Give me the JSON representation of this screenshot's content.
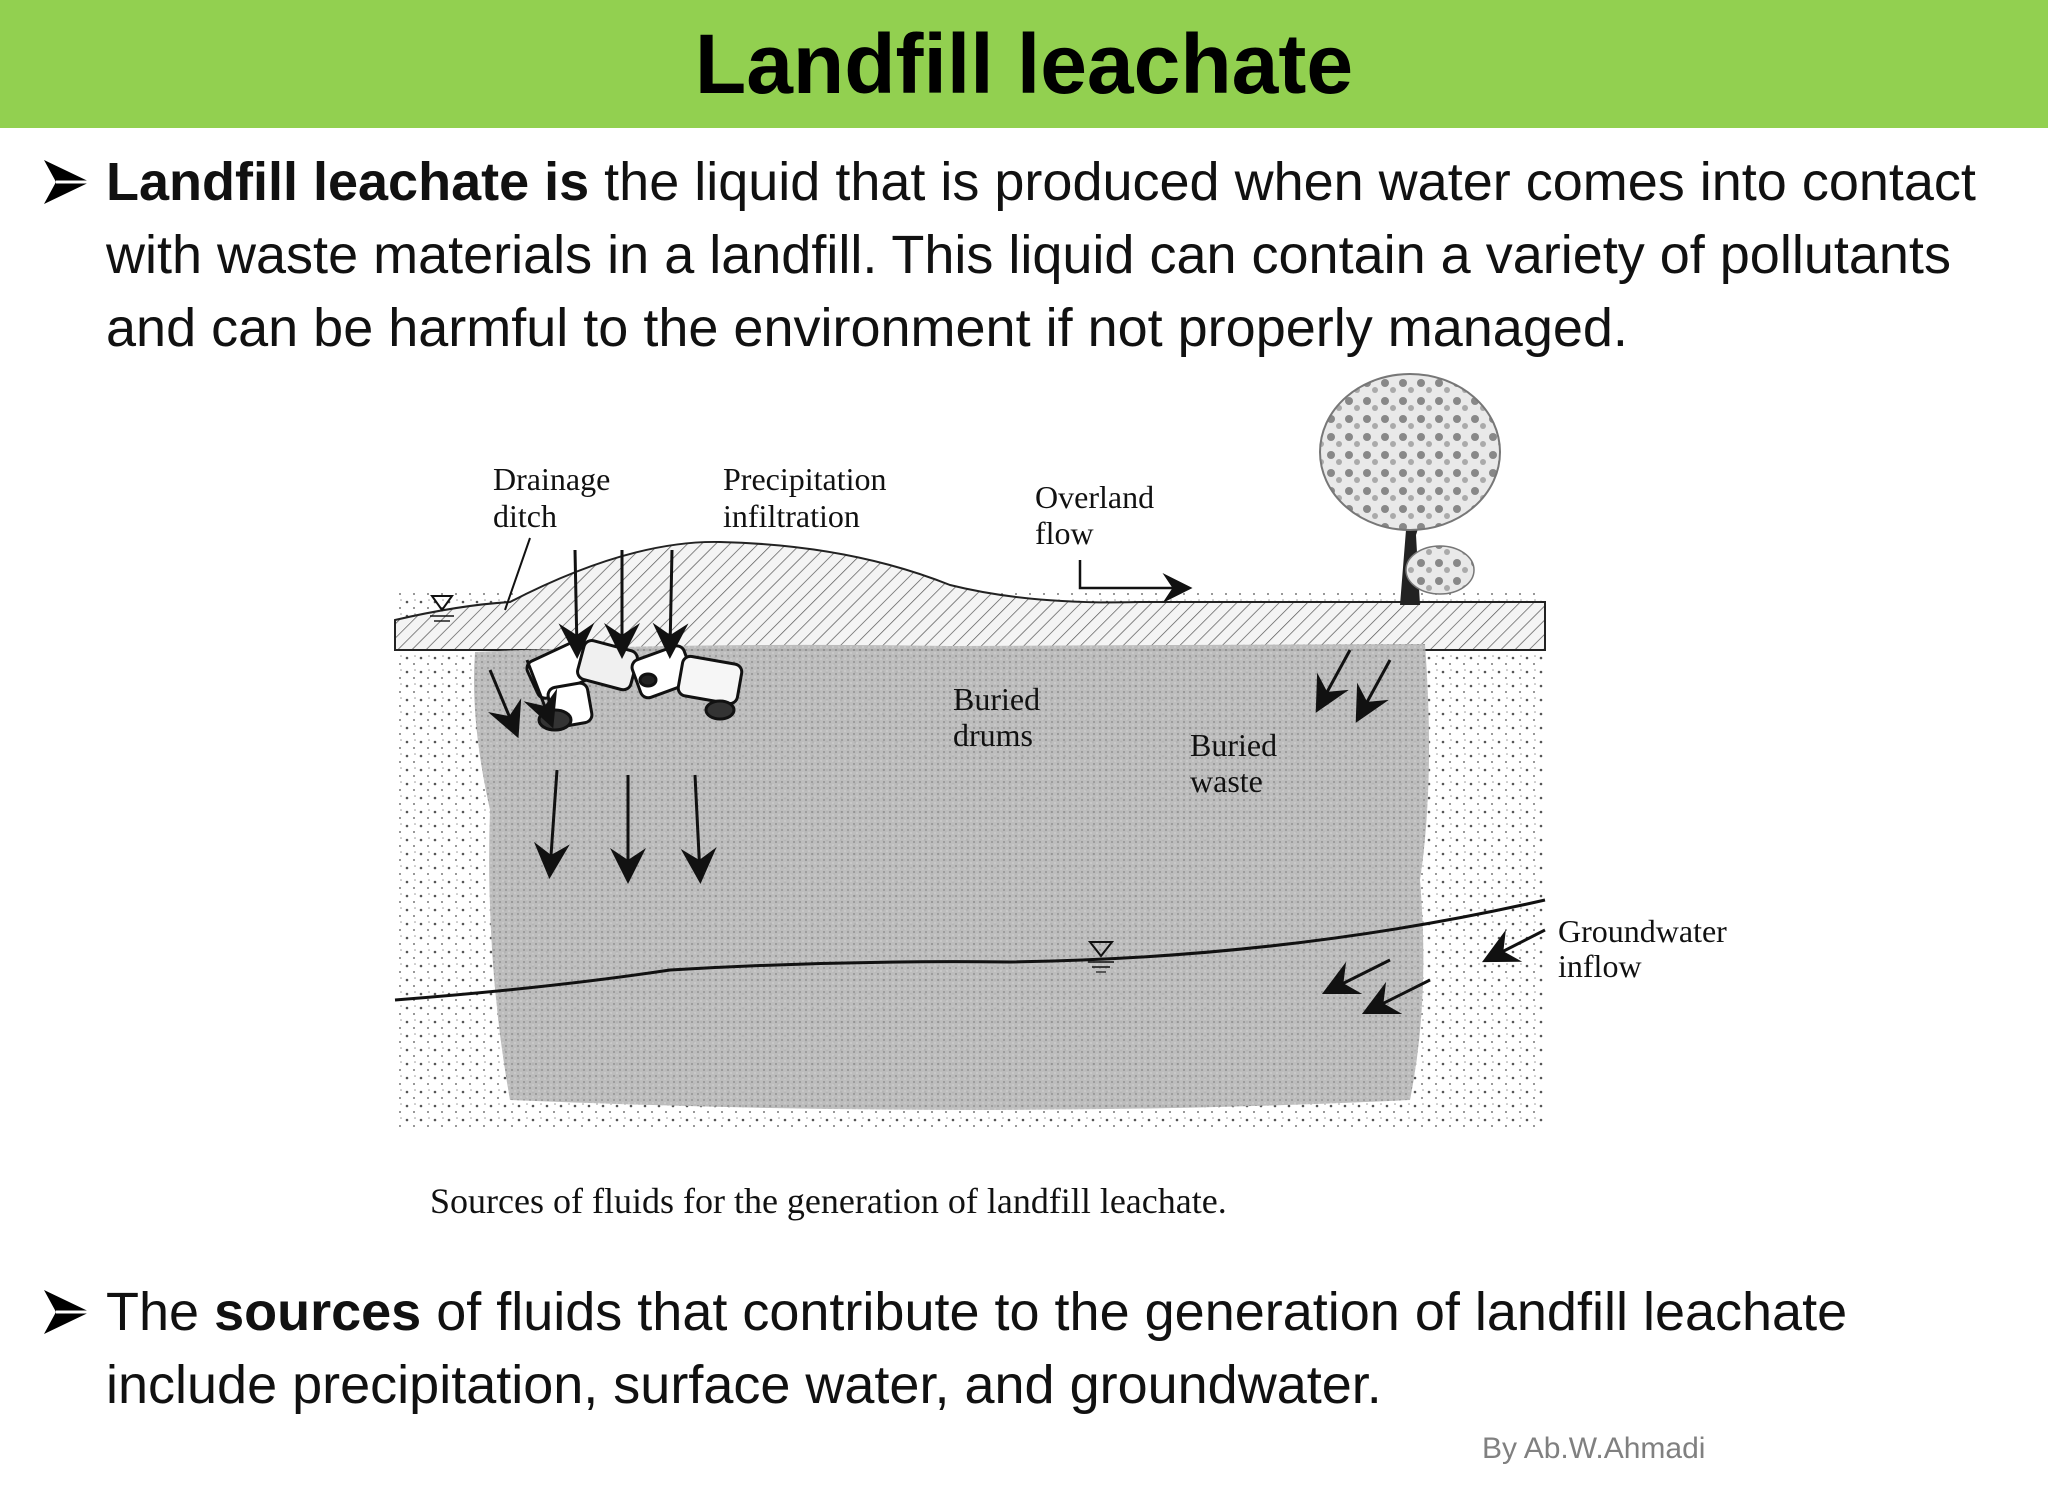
{
  "slide": {
    "title": "Landfill leachate",
    "bullet1": {
      "bold": "Landfill leachate is",
      "text": " the liquid that is produced when water comes into contact with waste materials in a landfill. This liquid can contain a variety of pollutants and can be harmful to the environment if not properly managed."
    },
    "bullet2": {
      "pre": "The ",
      "bold": "sources",
      "text": " of fluids that contribute to the generation of landfill leachate include precipitation, surface water, and groundwater."
    },
    "author": "By Ab.W.Ahmadi",
    "colors": {
      "header": "#92d050",
      "author": "#808080"
    }
  },
  "diagram": {
    "labels": {
      "drainage_line1": "Drainage",
      "drainage_line2": "ditch",
      "precip_line1": "Precipitation",
      "precip_line2": "infiltration",
      "overland_line1": "Overland",
      "overland_line2": "flow",
      "drums_line1": "Buried",
      "drums_line2": "drums",
      "waste_line1": "Buried",
      "waste_line2": "waste",
      "groundwater_line1": "Groundwater",
      "groundwater_line2": "inflow"
    },
    "caption": "Sources of fluids for the generation of landfill leachate."
  }
}
